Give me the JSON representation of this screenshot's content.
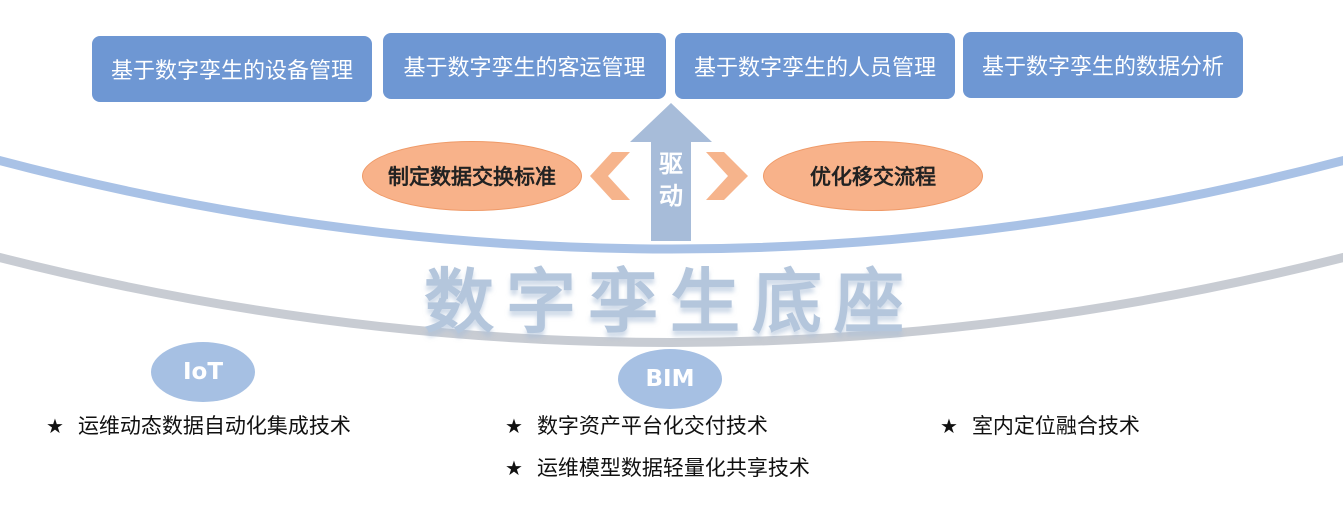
{
  "top_boxes": [
    "基于数字孪生的设备管理",
    "基于数字孪生的客运管理",
    "基于数字孪生的人员管理",
    "基于数字孪生的数据分析"
  ],
  "left_ellipse": "制定数据交换标准",
  "right_ellipse": "优化移交流程",
  "drive": [
    "驱",
    "动"
  ],
  "base_title": "数字孪生底座",
  "bubbles": [
    "IoT",
    "BIM"
  ],
  "tech_items": [
    "运维动态数据自动化集成技术",
    "数字资产平台化交付技术",
    "运维模型数据轻量化共享技术",
    "室内定位融合技术"
  ],
  "star_symbol": "★",
  "colors": {
    "box_blue": "#6e97d3",
    "arc_blue": "#a9c2e6",
    "arc_grey": "#c8ccd3",
    "ellipse_orange": "#f8b28a",
    "chevron_orange": "#f6b48c",
    "arrow_blue": "#a7bcd9"
  }
}
